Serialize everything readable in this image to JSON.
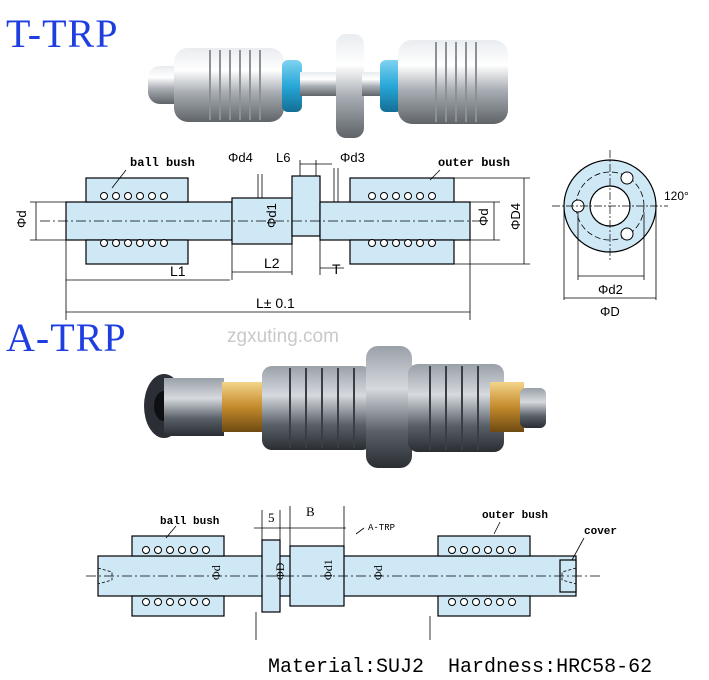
{
  "colors": {
    "title": "#1e3ee0",
    "drawing_fill": "#cfe8f6",
    "line": "#000000",
    "watermark": "#c9c9c9",
    "seal_ring": "#27a7d8"
  },
  "titles": {
    "t_trp": "T-TRP",
    "a_trp": "A-TRP"
  },
  "watermark": "zgxuting.com",
  "t_drawing": {
    "ball_bush": "ball bush",
    "outer_bush": "outer bush",
    "phi_d4_small": "Φd4",
    "L6": "L6",
    "phi_d3": "Φd3",
    "phi_d_left": "Φd",
    "phi_d1": "Φd1",
    "phi_d_right": "Φd",
    "phi_D4": "ΦD4",
    "L1": "L1",
    "L2": "L2",
    "T": "T",
    "L_total": "L± 0.1",
    "angle": "120°",
    "phi_d2": "Φd2",
    "phi_D": "ΦD"
  },
  "a_drawing": {
    "ball_bush": "ball bush",
    "dim_5": "5",
    "dim_B": "B",
    "a_trp_label": "A-TRP",
    "outer_bush": "outer bush",
    "cover": "cover",
    "phi_d_left": "Φd",
    "phi_D": "ΦD",
    "phi_d1": "Φd1",
    "phi_d_right": "Φd"
  },
  "footer": {
    "material": "Material:SUJ2",
    "hardness": "Hardness:HRC58-62"
  }
}
